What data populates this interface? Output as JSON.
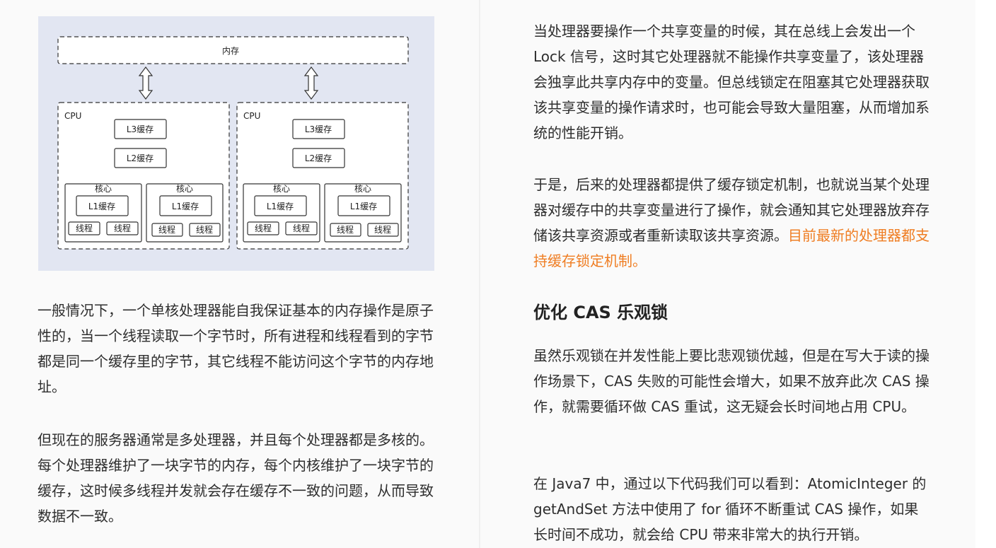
{
  "diagram": {
    "memory_label": "内存",
    "cpus": [
      {
        "label": "CPU",
        "l3": "L3缓存",
        "l2": "L2缓存",
        "cores": [
          {
            "label": "核心",
            "l1": "L1缓存",
            "threads": [
              "线程",
              "线程"
            ]
          },
          {
            "label": "核心",
            "l1": "L1缓存",
            "threads": [
              "线程",
              "线程"
            ]
          }
        ]
      },
      {
        "label": "CPU",
        "l3": "L3缓存",
        "l2": "L2缓存",
        "cores": [
          {
            "label": "核心",
            "l1": "L1缓存",
            "threads": [
              "线程",
              "线程"
            ]
          },
          {
            "label": "核心",
            "l1": "L1缓存",
            "threads": [
              "线程",
              "线程"
            ]
          }
        ]
      }
    ]
  },
  "left": {
    "para1": "一般情况下，一个单核处理器能自我保证基本的内存操作是原子性的，当一个线程读取一个字节时，所有进程和线程看到的字节都是同一个缓存里的字节，其它线程不能访问这个字节的内存地址。",
    "para2": "但现在的服务器通常是多处理器，并且每个处理器都是多核的。每个处理器维护了一块字节的内存，每个内核维护了一块字节的缓存，这时候多线程并发就会存在缓存不一致的问题，从而导致数据不一致。"
  },
  "right": {
    "para1": "当处理器要操作一个共享变量的时候，其在总线上会发出一个 Lock 信号，这时其它处理器就不能操作共享变量了，该处理器会独享此共享内存中的变量。但总线锁定在阻塞其它处理器获取该共享变量的操作请求时，也可能会导致大量阻塞，从而增加系统的性能开销。",
    "para2_plain": "于是，后来的处理器都提供了缓存锁定机制，也就说当某个处理器对缓存中的共享变量进行了操作，就会通知其它处理器放弃存储该共享资源或者重新读取该共享资源。",
    "para2_highlight": "目前最新的处理器都支持缓存锁定机制。",
    "heading": "优化 CAS 乐观锁",
    "para3": "虽然乐观锁在并发性能上要比悲观锁优越，但是在写大于读的操作场景下，CAS 失败的可能性会增大，如果不放弃此次 CAS 操作，就需要循环做 CAS 重试，这无疑会长时间地占用 CPU。",
    "para4": "在 Java7 中，通过以下代码我们可以看到：AtomicInteger 的 getAndSet 方法中使用了 for 循环不断重试 CAS 操作，如果长时间不成功，就会给 CPU 带来非常大的执行开销。"
  },
  "colors": {
    "highlight": "#ef7d22",
    "figure_bg": "#e2e6f2",
    "text": "#2e2e2e"
  }
}
